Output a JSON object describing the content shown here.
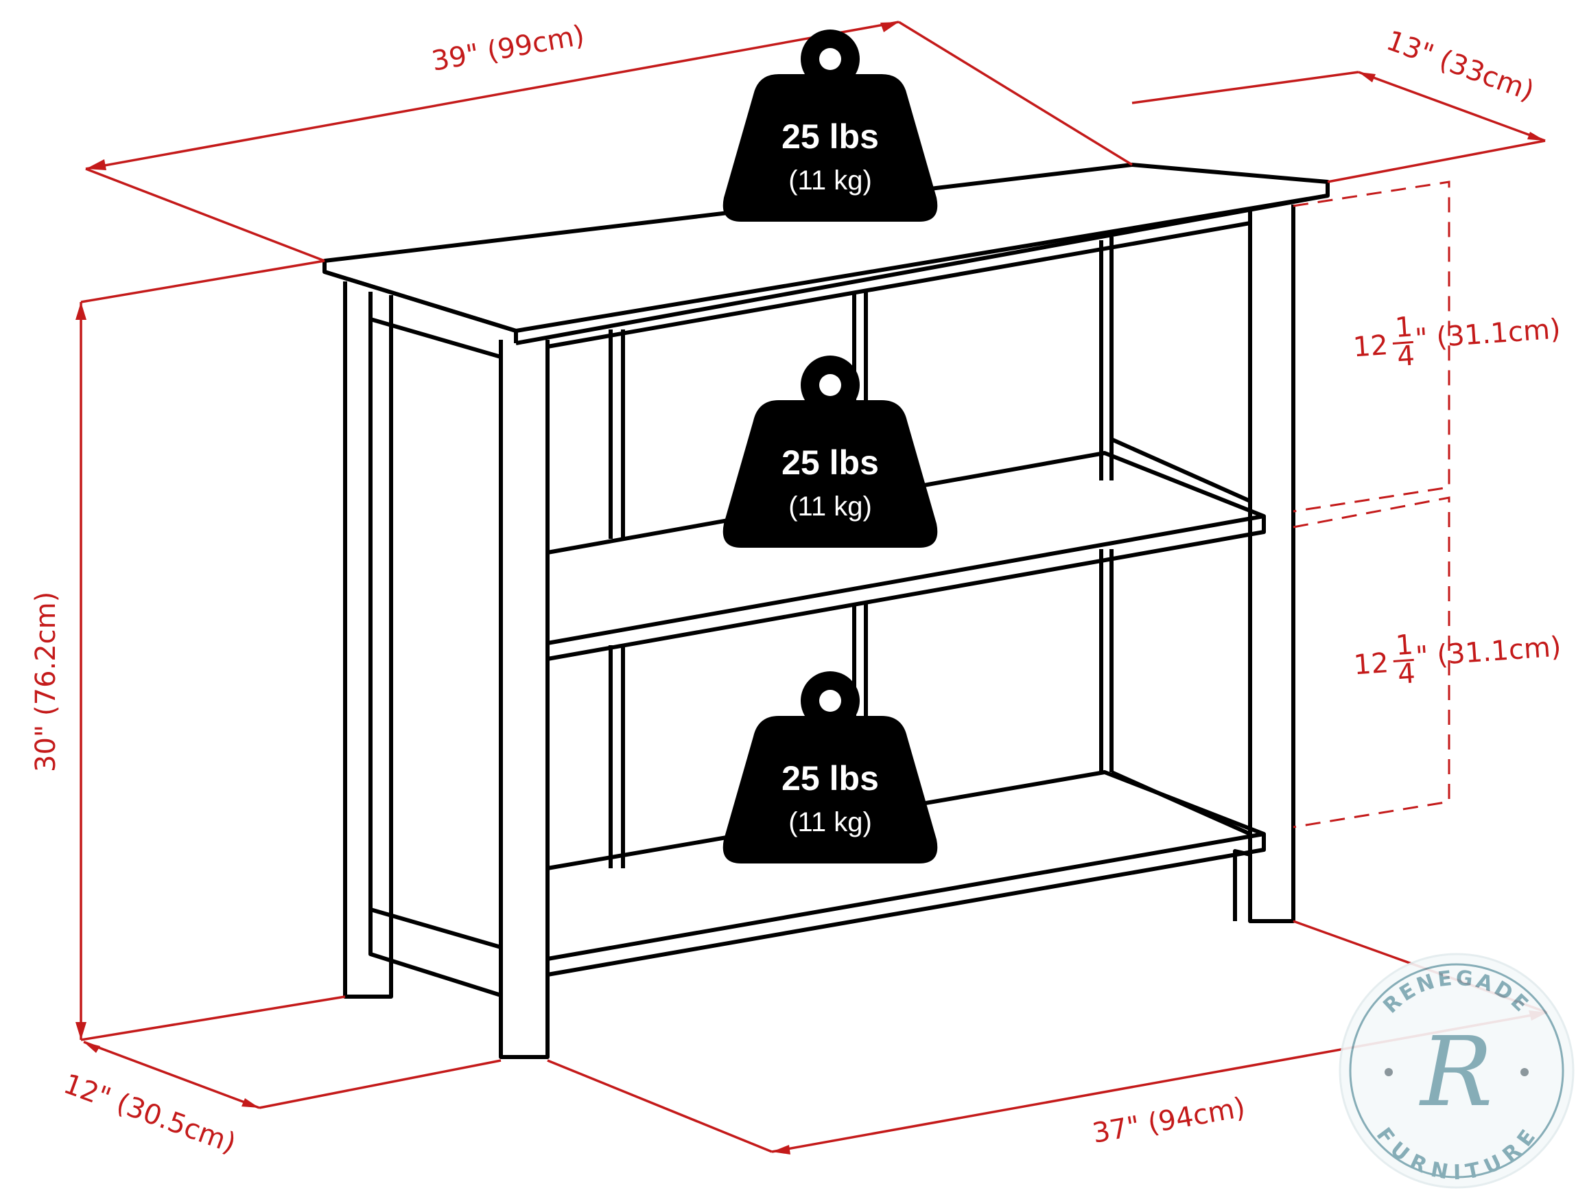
{
  "diagram": {
    "subject": "Three-tier bookshelf / console table with dimensions and weight capacities",
    "dimensions": {
      "top_width": "39\"  (99cm)",
      "top_depth": "13\"  (33cm)",
      "height": "30\"  (76.2cm)",
      "base_depth": "12\"  (30.5cm)",
      "base_width": "37\"  (94cm)",
      "shelf_spacing_upper_whole": "12",
      "shelf_spacing_upper_frac_num": "1",
      "shelf_spacing_upper_frac_den": "4",
      "shelf_spacing_upper_metric": "\" (31.1cm)",
      "shelf_spacing_lower_whole": "12",
      "shelf_spacing_lower_frac_num": "1",
      "shelf_spacing_lower_frac_den": "4",
      "shelf_spacing_lower_metric": "\" (31.1cm)"
    },
    "weights": [
      {
        "label": "25 lbs",
        "metric": "(11 kg)",
        "position": "top"
      },
      {
        "label": "25 lbs",
        "metric": "(11 kg)",
        "position": "middle shelf"
      },
      {
        "label": "25 lbs",
        "metric": "(11 kg)",
        "position": "bottom shelf"
      }
    ],
    "colors": {
      "dimension_red": "#c41a1a",
      "line_black": "#000000",
      "logo_teal": "#7aa5b0"
    }
  },
  "watermark": {
    "top_text": "RENEGADE",
    "bottom_text": "FURNITURE",
    "monogram": "R"
  }
}
